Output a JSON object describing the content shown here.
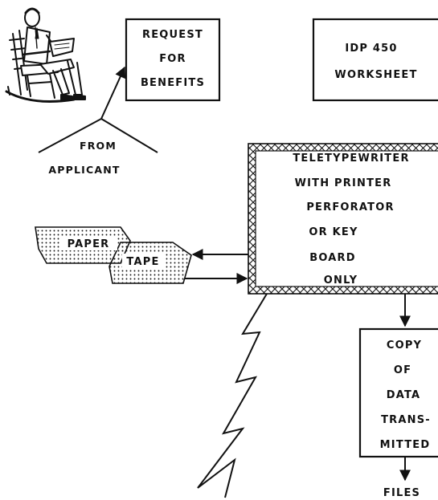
{
  "nodes": {
    "request": {
      "lines": [
        "REQUEST",
        "FOR",
        "BENEFITS"
      ]
    },
    "worksheet": {
      "lines": [
        "IDP 450",
        "WORKSHEET"
      ]
    },
    "source": {
      "lines": [
        "FROM",
        "APPLICANT"
      ]
    },
    "teletype": {
      "lines": [
        "TELETYPEWRITER",
        "WITH PRINTER",
        "PERFORATOR",
        "OR KEY",
        "BOARD",
        "ONLY"
      ]
    },
    "tape": {
      "lines": [
        "PAPER",
        "TAPE"
      ]
    },
    "copy": {
      "lines": [
        "COPY",
        "OF",
        "DATA",
        "TRANS-",
        "MITTED"
      ]
    },
    "files": {
      "lines": [
        "FILES"
      ]
    }
  },
  "icons": {
    "applicant": "man-in-rocking-chair-icon",
    "transmission": "lightning-bolt-icon"
  },
  "colors": {
    "ink": "#111111",
    "paper": "#ffffff"
  }
}
